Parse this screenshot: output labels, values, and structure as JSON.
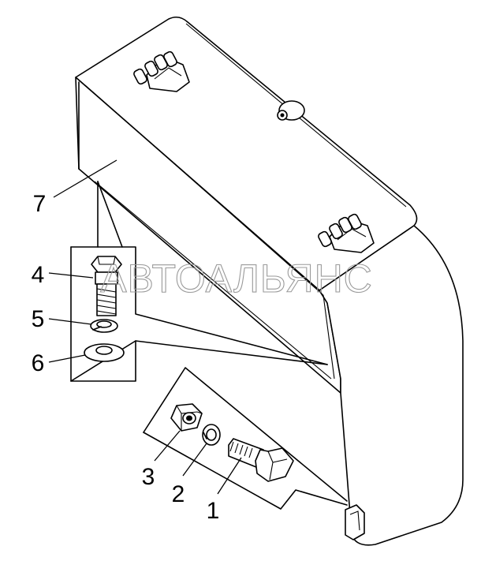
{
  "watermark": "АВТОАЛЬЯНС",
  "callouts": [
    {
      "id": "1",
      "part": "bolt"
    },
    {
      "id": "2",
      "part": "spring-washer"
    },
    {
      "id": "3",
      "part": "nut"
    },
    {
      "id": "4",
      "part": "bolt"
    },
    {
      "id": "5",
      "part": "spring-washer"
    },
    {
      "id": "6",
      "part": "flat-washer"
    },
    {
      "id": "7",
      "part": "box"
    }
  ]
}
